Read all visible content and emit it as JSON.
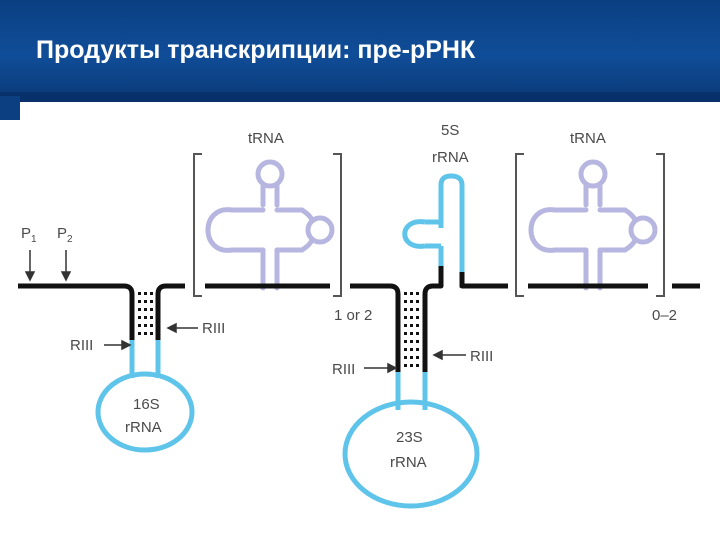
{
  "slide": {
    "title": "Продукты транскрипции: пре-рРНК"
  },
  "labels": {
    "p1": "P",
    "p1_sub": "1",
    "p2": "P",
    "p2_sub": "2",
    "trna_left": "tRNA",
    "rrna5s_line1": "5S",
    "rrna5s_line2": "rRNA",
    "trna_right": "tRNA",
    "riii_left_1": "RIII",
    "riii_right_1": "RIII",
    "riii_left_2": "RIII",
    "riii_right_2": "RIII",
    "count_1": "1 or 2",
    "count_2": "0–2",
    "rrna16s_line1": "16S",
    "rrna16s_line2": "rRNA",
    "rrna23s_line1": "23S",
    "rrna23s_line2": "rRNA"
  },
  "colors": {
    "header": "#0b3f82",
    "rrna": "#5ec4ea",
    "trna": "#b6b6e0",
    "backbone": "#111111",
    "bracket": "#555555"
  }
}
